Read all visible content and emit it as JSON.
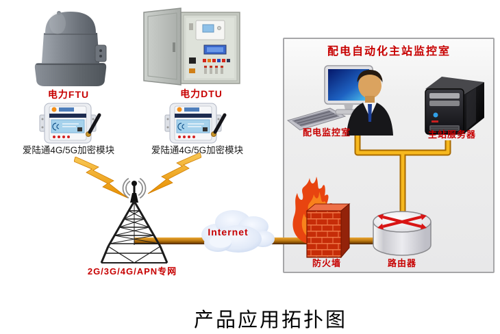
{
  "caption": "产品应用拓扑图",
  "field": {
    "ftu_label": "电力FTU",
    "dtu_label": "电力DTU",
    "ftu_module_label": "爱陆通4G/5G加密模块",
    "dtu_module_label": "爱陆通4G/5G加密模块"
  },
  "network": {
    "tower_label": "2G/3G/4G/APN专网",
    "internet_label": "Internet"
  },
  "station": {
    "room_title": "配电自动化主站监控室",
    "workstation_label": "配电监控室",
    "server_label": "主站服务器",
    "firewall_label": "防火墙",
    "router_label": "路由器"
  },
  "colors": {
    "label_red": "#c70000",
    "link_yellow": "#f6b81e",
    "link_outline": "#a86a00",
    "internet_bar": "#c07c12",
    "box_border": "#a6a6a8"
  }
}
